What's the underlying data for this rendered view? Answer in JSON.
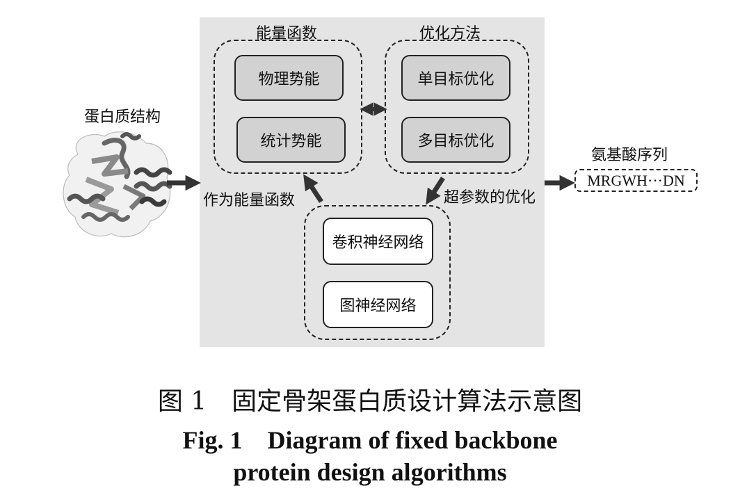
{
  "diagram": {
    "protein_structure_label": "蛋白质结构",
    "energy_function": {
      "title": "能量函数",
      "items": [
        "物理势能",
        "统计势能"
      ]
    },
    "optimization_method": {
      "title": "优化方法",
      "items": [
        "单目标优化",
        "多目标优化"
      ]
    },
    "neural_networks": {
      "items": [
        "卷积神经网络",
        "图神经网络"
      ]
    },
    "as_energy_function_label": "作为能量函数",
    "hyperparameter_optimization_label": "超参数的优化",
    "amino_acid_sequence_label": "氨基酸序列",
    "sequence_value": "MRGWH···DN"
  },
  "caption": {
    "cn": "图 1　固定骨架蛋白质设计算法示意图",
    "en_line1": "Fig. 1　Diagram of fixed backbone",
    "en_line2": "protein design algorithms"
  }
}
